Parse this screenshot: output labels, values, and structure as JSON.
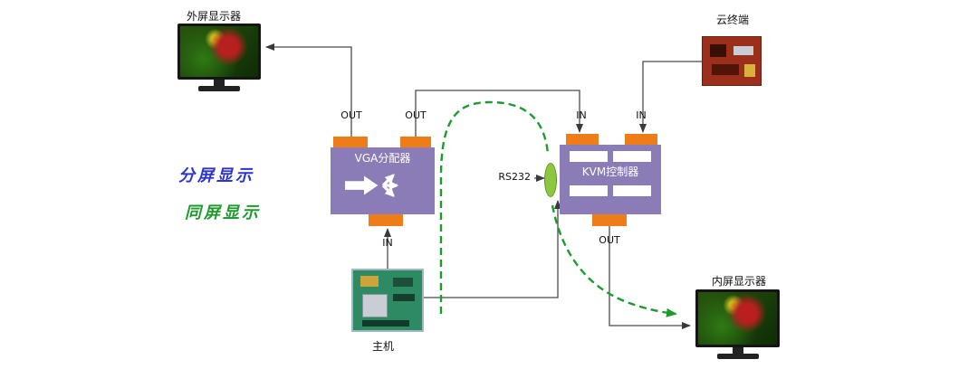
{
  "labels": {
    "external_monitor": "外屏显示器",
    "cloud_terminal": "云终端",
    "split_screen": "分屏显示",
    "same_screen": "同屏显示",
    "vga_splitter": "VGA分配器",
    "kvm_controller": "KVM控制器",
    "rs232": "RS232",
    "host": "主机",
    "internal_monitor": "内屏显示器"
  },
  "ports": {
    "vga_out_left": "OUT",
    "vga_out_right": "OUT",
    "vga_in": "IN",
    "kvm_in_left": "IN",
    "kvm_in_right": "IN",
    "kvm_out": "OUT"
  },
  "colors": {
    "device_box": "#8b7cb8",
    "connector": "#ee7c18",
    "rs232_port": "#8dc63f",
    "split_screen_text": "#2b35cc",
    "same_screen_path": "#1f9a2e",
    "wire": "#4a4a4a"
  }
}
